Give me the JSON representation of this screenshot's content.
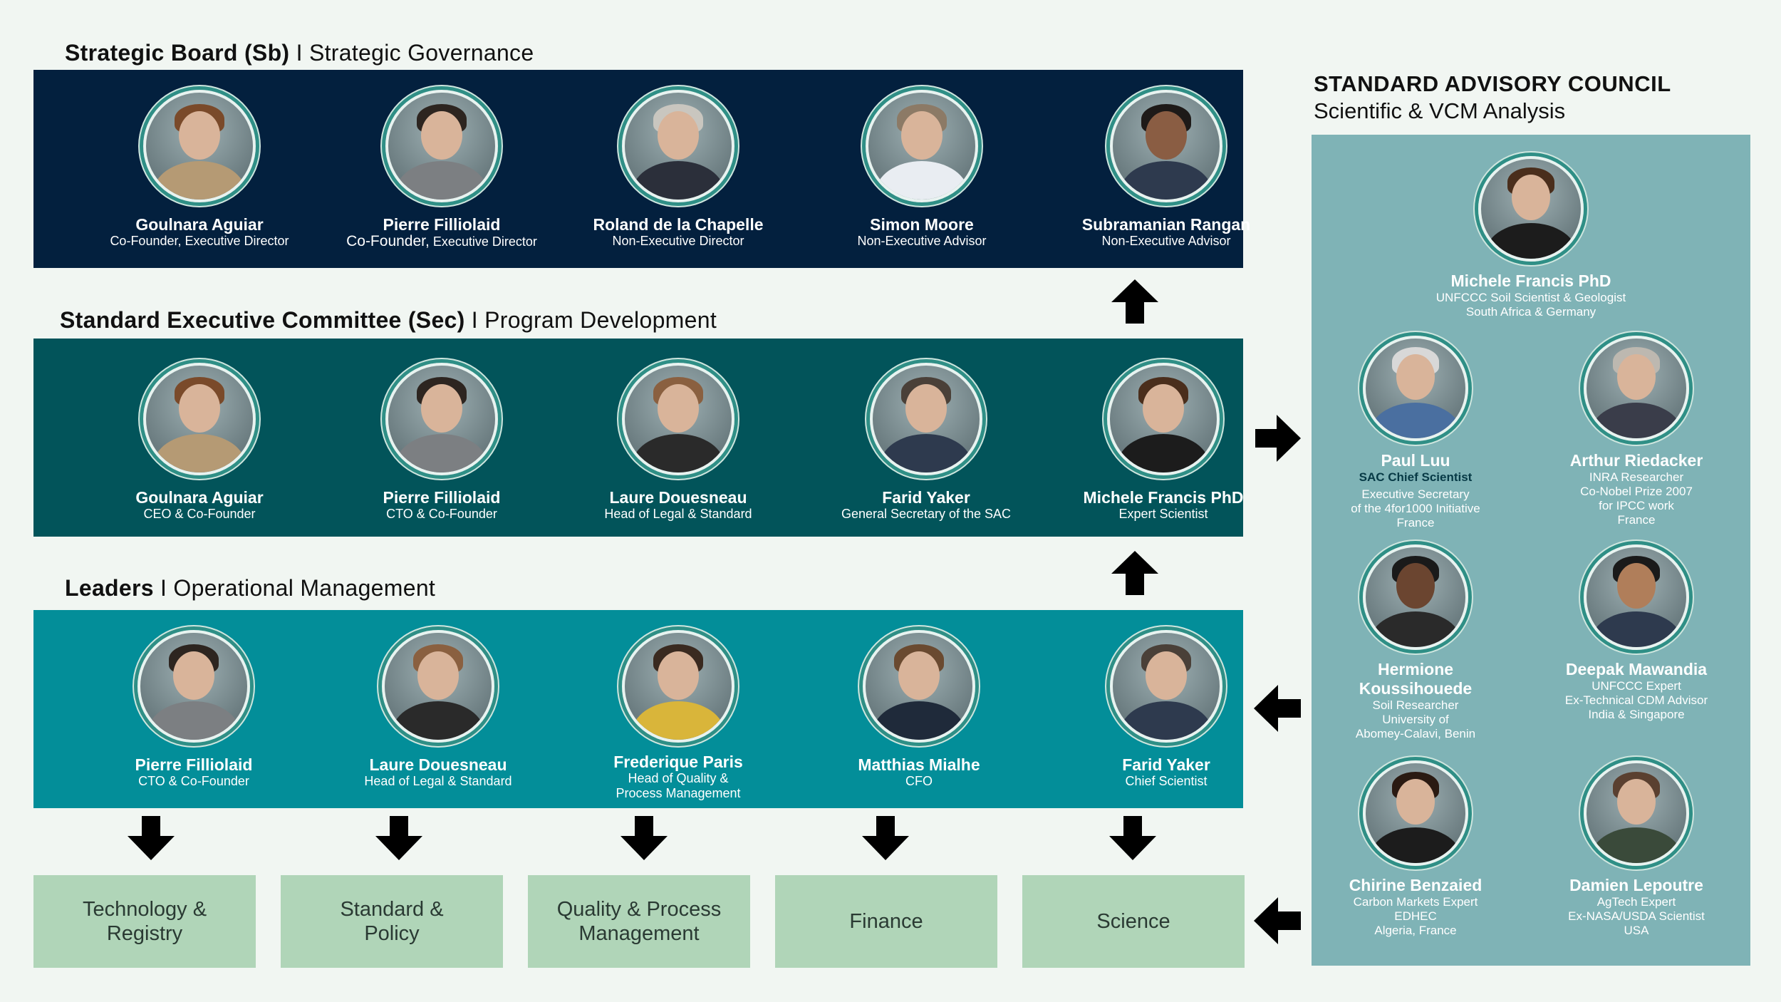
{
  "sections": {
    "board": {
      "bold": "Strategic Board (Sb)",
      "rest": " I Strategic Governance"
    },
    "exec": {
      "bold": "Standard Executive Committee  (Sec)",
      "rest": " I Program Development"
    },
    "leaders": {
      "bold": "Leaders",
      "rest": " I Operational Management"
    }
  },
  "board": [
    {
      "name": "Goulnara Aguiar",
      "role": "Co-Founder, Executive Director"
    },
    {
      "name": "Pierre Filliolaid",
      "role_big": "Co-Founder,",
      "role": " Executive Director"
    },
    {
      "name": "Roland de la Chapelle",
      "role": "Non-Executive Director"
    },
    {
      "name": "Simon Moore",
      "role": "Non-Executive Advisor"
    },
    {
      "name": "Subramanian Rangan",
      "role": "Non-Executive Advisor"
    }
  ],
  "exec": [
    {
      "name": "Goulnara Aguiar",
      "role": "CEO & Co-Founder"
    },
    {
      "name": "Pierre Filliolaid",
      "role": "CTO & Co-Founder"
    },
    {
      "name": "Laure Douesneau",
      "role": "Head of Legal & Standard"
    },
    {
      "name": "Farid Yaker",
      "role": "General Secretary of the SAC"
    },
    {
      "name": "Michele Francis PhD",
      "role": "Expert Scientist"
    }
  ],
  "leaders": [
    {
      "name": "Pierre Filliolaid",
      "role": "CTO & Co-Founder"
    },
    {
      "name": "Laure Douesneau",
      "role": "Head of Legal & Standard"
    },
    {
      "name": "Frederique Paris",
      "role": "Head of Quality &",
      "role2": "Process Management"
    },
    {
      "name": "Matthias Mialhe",
      "role": "CFO"
    },
    {
      "name": "Farid Yaker",
      "role": "Chief Scientist"
    }
  ],
  "departments": [
    "Technology &\nRegistry",
    "Standard &\nPolicy",
    "Quality & Process\nManagement",
    "Finance",
    "Science"
  ],
  "sac": {
    "title": "STANDARD ADVISORY COUNCIL",
    "subtitle": "Scientific & VCM Analysis",
    "members": [
      {
        "name": "Michele Francis PhD",
        "lines": [
          "UNFCCC Soil Scientist & Geologist",
          "South Africa & Germany"
        ]
      },
      {
        "name": "Paul Luu",
        "accent": "SAC Chief Scientist",
        "lines": [
          "Executive Secretary",
          "of the 4for1000 Initiative",
          "France"
        ]
      },
      {
        "name": "Arthur Riedacker",
        "lines": [
          "INRA Researcher",
          "Co-Nobel Prize 2007",
          "for IPCC work",
          "France"
        ]
      },
      {
        "name": "Hermione",
        "name2": "Koussihouede",
        "lines": [
          "Soil Researcher",
          "University of",
          "Abomey-Calavi, Benin"
        ]
      },
      {
        "name": "Deepak Mawandia",
        "lines": [
          "UNFCCC Expert",
          "Ex-Technical CDM Advisor",
          "India & Singapore"
        ]
      },
      {
        "name": "Chirine Benzaied",
        "lines": [
          "Carbon Markets Expert",
          "EDHEC",
          "Algeria, France"
        ]
      },
      {
        "name": "Damien Lepoutre",
        "lines": [
          "AgTech Expert",
          "Ex-NASA/USDA Scientist",
          "USA"
        ]
      }
    ]
  }
}
